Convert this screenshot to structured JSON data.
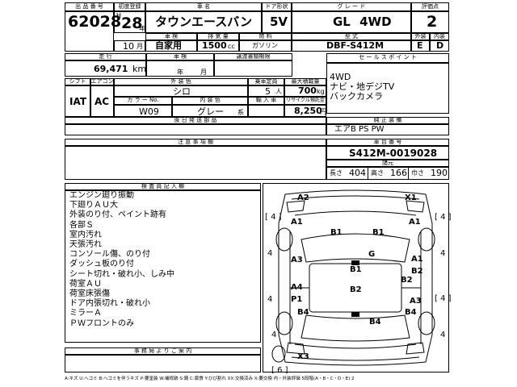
{
  "headers": {
    "lot_no": "出 品 番 号",
    "first_reg": "初度登録",
    "car_name": "車 名",
    "door": "ドア形状",
    "grade": "グ レ ー ド",
    "score": "評価点",
    "shaken": "車 検",
    "displacement": "排 気 量",
    "fuel": "燃 料",
    "model": "型 式",
    "ext": "外装",
    "int": "内装",
    "mileage": "走 行",
    "shaken2": "車 検",
    "transfer": "譲渡書類期限",
    "selling": "セ ー ル ス ポ イ ン ト",
    "shift": "シフト",
    "ac": "エアコン",
    "ext_color": "外 装 色",
    "capacity": "乗車定員",
    "max_load": "最大積載量",
    "color_no": "カ ラ ー No.",
    "int_color": "内 装 色",
    "import": "輸 入 車",
    "recycle": "リサイクル預託金",
    "rear_parts": "後 日 発 送 部 品",
    "genuine": "純 正 装 備",
    "notes": "注 意 事 項 欄",
    "chassis": "車 台 番 号",
    "inspector": "検 査 員 記 入 欄",
    "office": "事 務 局 よ り ご 案 内"
  },
  "vehicle": {
    "lot": "62028",
    "era": "H",
    "year": "28",
    "year_suffix": "年",
    "car_name": "タウンエースバン",
    "door": "5V",
    "grade": "GL 4WD",
    "score": "2",
    "shaken_month": "10",
    "shaken_suffix": "月",
    "usage": "自家用",
    "displacement": "1500",
    "cc": "cc",
    "fuel": "ガソリン",
    "model": "DBF-S412M",
    "ext_grade": "E",
    "int_grade": "D",
    "mileage": "69,471",
    "km": "km",
    "shaken_year": "年",
    "shaken_month2": "月",
    "shift": "IAT",
    "ac": "AC",
    "ext_color": "シロ",
    "capacity": "5",
    "capacity_unit": "人",
    "max_load": "700",
    "kg": "kg",
    "color_code": "W09",
    "int_color": "グレー",
    "int_color_suffix": "系",
    "recycle": "8,250",
    "yen": "円",
    "genuine_equipment": "エアB PS PW",
    "chassis": "S412M-0019028",
    "chassis_note": "諸元",
    "length_label": "長さ",
    "length": "404",
    "height_label": "高さ",
    "height": "166",
    "width_label": "巾さ",
    "width": "190"
  },
  "selling_points": [
    "4WD",
    "ナビ・地デジTV",
    "バックカメラ"
  ],
  "inspector_notes": [
    "エンジン廻り振動",
    "下廻りＡＵ大",
    "外装のり付、ペイント跡有",
    "各部Ｓ",
    "室内汚れ",
    "天張汚れ",
    "コンソール傷、のり付",
    "ダッシュ板のり付",
    "シート切れ・破れ小、しみ中",
    "荷室ＡＵ",
    "荷室床張傷",
    "ドア内張切れ・破れ小",
    "ミラーＡ",
    "ＰＷフロントのみ"
  ],
  "diagram": {
    "codes": [
      "A2",
      "X1",
      "A1",
      "A1",
      "B1",
      "B1",
      "A3",
      "A1",
      "G",
      "B1",
      "B2",
      "B2",
      "A4",
      "P1",
      "B2",
      "A3",
      "B4",
      "B4",
      "B4",
      "X3"
    ],
    "fours": [
      "[ 4 ]",
      "[ 4 ]",
      "4",
      "4",
      "4",
      "[ 4 ]",
      "4",
      "4",
      "[ 6 ]"
    ]
  },
  "legend": "A:キズ U:ヘコミ B:ヘコミを伴うキズ P:要塗装 W:補修跡 S:錆 C:腐食 Y:ひび割れ XX:交換済み X:要交換 内・外装評価 5段階(A・B・C・D・E) 2"
}
